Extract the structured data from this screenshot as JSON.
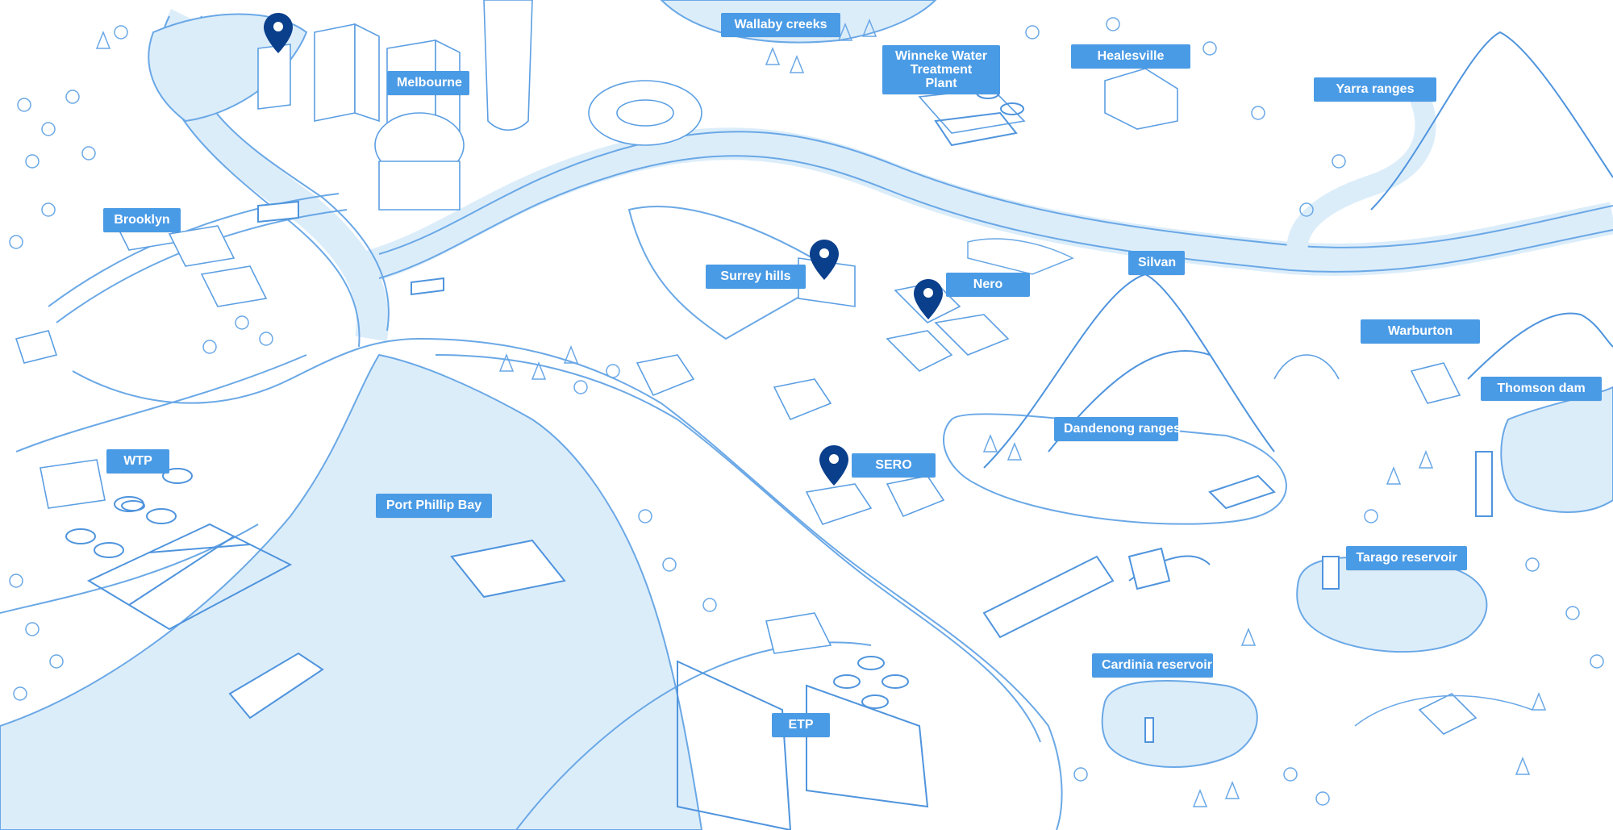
{
  "map": {
    "colors": {
      "water": "#dcedfa",
      "sketch_line": "#4f94dd",
      "label_bg": "#4a9be6",
      "label_text": "#ffffff",
      "pin": "#0a3f8c"
    },
    "labels": {
      "wallaby_creeks": "Wallaby creeks",
      "winneke": "Winneke Water\nTreatment Plant",
      "healesville": "Healesville",
      "yarra_ranges": "Yarra ranges",
      "melbourne": "Melbourne",
      "brooklyn": "Brooklyn",
      "surrey_hills": "Surrey hills",
      "nero": "Nero",
      "silvan": "Silvan",
      "warburton": "Warburton",
      "thomson_dam": "Thomson dam",
      "dandenong_ranges": "Dandenong ranges",
      "wtp": "WTP",
      "sero": "SERO",
      "port_phillip_bay": "Port Phillip Bay",
      "tarago_reservoir": "Tarago reservoir",
      "cardinia_reservoir": "Cardinia reservoir",
      "etp": "ETP"
    },
    "pin_icon": "map-pin-icon"
  }
}
